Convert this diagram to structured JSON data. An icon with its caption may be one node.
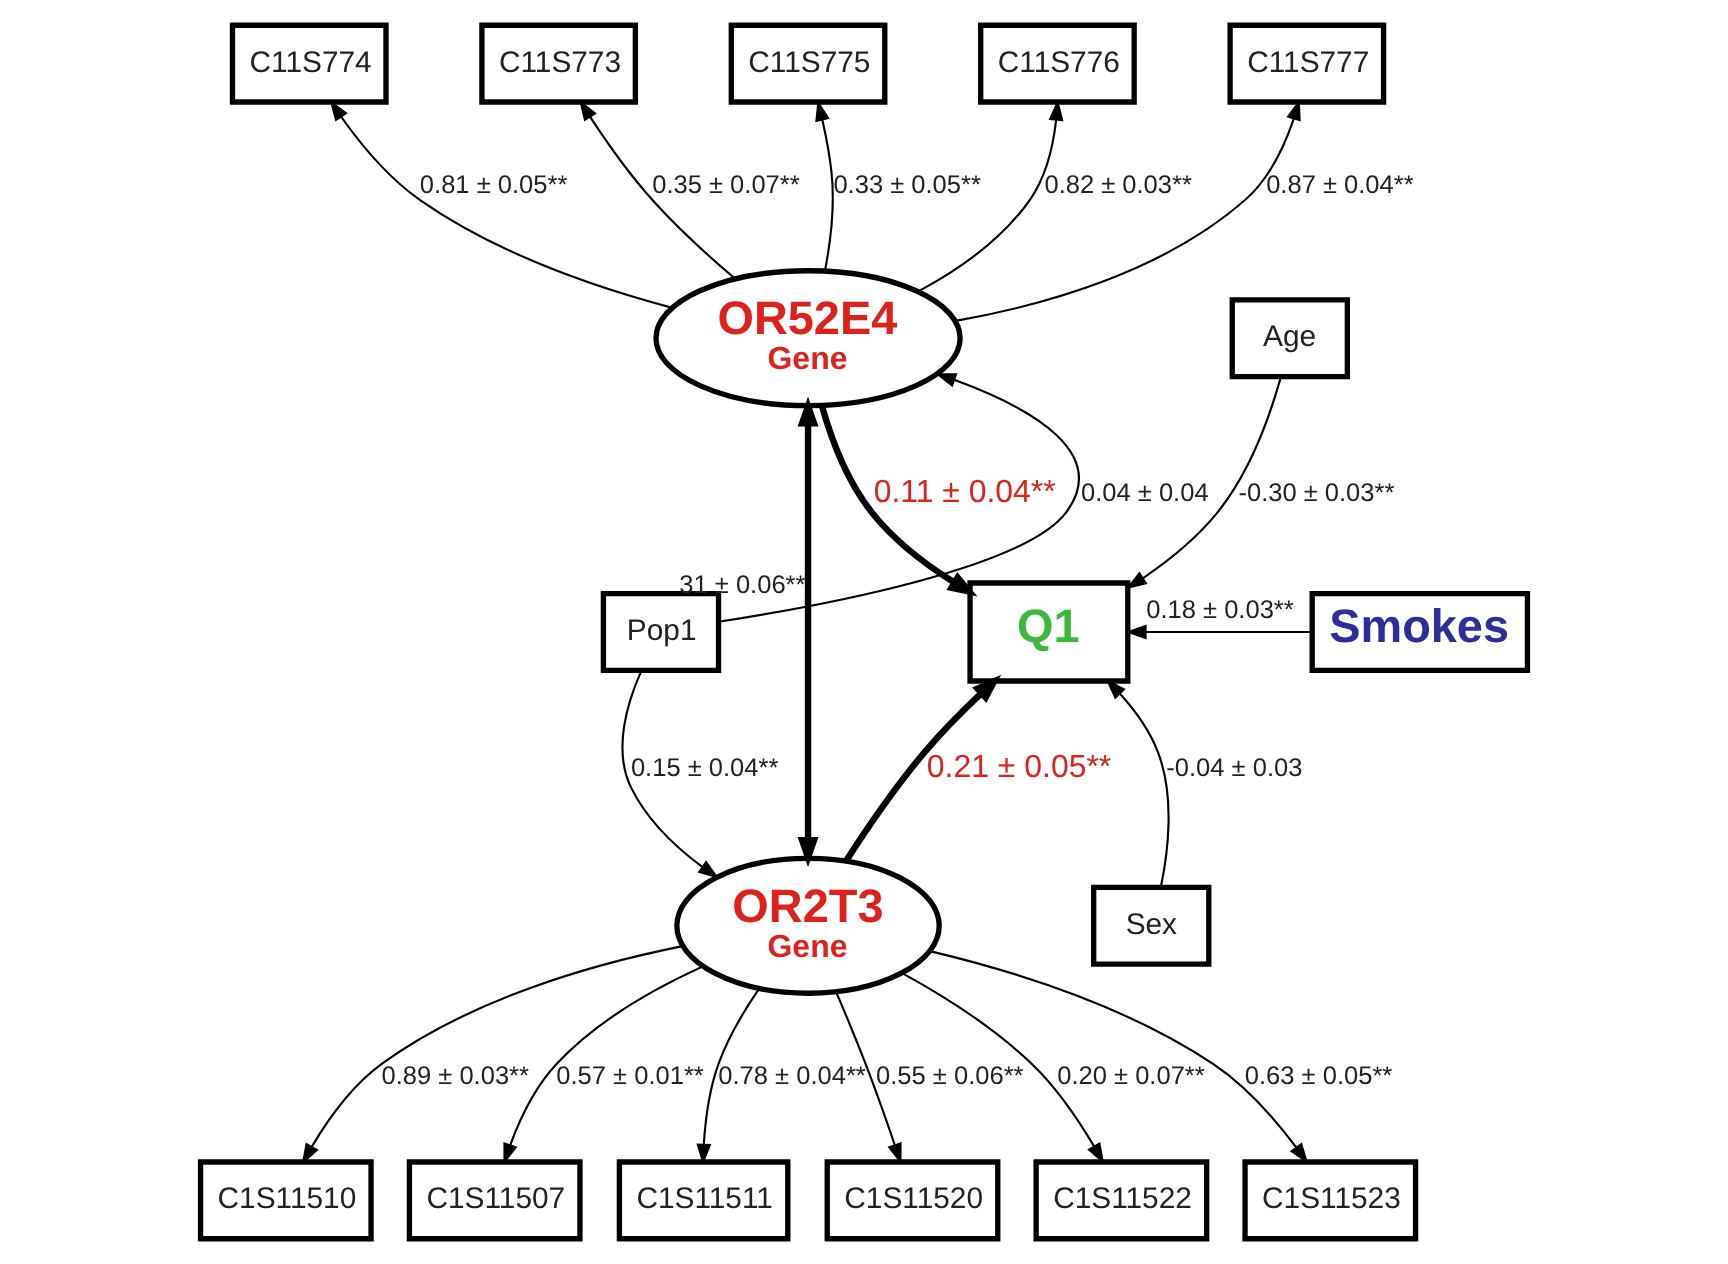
{
  "diagram": {
    "nodes": [
      {
        "text": [
          "C11S774"
        ]
      },
      {
        "text": [
          "C11S773"
        ]
      },
      {
        "text": [
          "C11S775"
        ]
      },
      {
        "text": [
          "C11S776"
        ]
      },
      {
        "text": [
          "C11S777"
        ]
      },
      {
        "text": [
          "OR52E4",
          "Gene"
        ]
      },
      {
        "text": [
          "Pop1"
        ]
      },
      {
        "text": [
          "OR2T3",
          "Gene"
        ]
      },
      {
        "text": [
          "Age"
        ]
      },
      {
        "text": [
          "Q1"
        ]
      },
      {
        "text": [
          "Smokes"
        ]
      },
      {
        "text": [
          "Sex"
        ]
      },
      {
        "text": [
          "C1S11510"
        ]
      },
      {
        "text": [
          "C1S11507"
        ]
      },
      {
        "text": [
          "C1S11511"
        ]
      },
      {
        "text": [
          "C1S11520"
        ]
      },
      {
        "text": [
          "C1S11522"
        ]
      },
      {
        "text": [
          "C1S11523"
        ]
      }
    ],
    "edges": [
      {
        "from": 5,
        "to": 0,
        "arrow": "to",
        "label": "0.81 ± 0.05**"
      },
      {
        "from": 5,
        "to": 1,
        "arrow": "to",
        "label": "0.35 ± 0.07**"
      },
      {
        "from": 5,
        "to": 2,
        "arrow": "to",
        "label": "0.33 ± 0.05**"
      },
      {
        "from": 5,
        "to": 3,
        "arrow": "to",
        "label": "0.82 ± 0.03**"
      },
      {
        "from": 5,
        "to": 4,
        "arrow": "to",
        "label": "0.87 ± 0.04**"
      },
      {
        "from": 5,
        "to": 7,
        "arrow": "both",
        "style": "thick",
        "label": "31 ± 0.06**"
      },
      {
        "from": 6,
        "to": 5,
        "arrow": "to",
        "label": "0.04 ± 0.04"
      },
      {
        "from": 6,
        "to": 7,
        "arrow": "to",
        "label": "0.15 ± 0.04**"
      },
      {
        "from": 5,
        "to": 9,
        "arrow": "to",
        "style": "thick",
        "label": "0.11 ± 0.04**"
      },
      {
        "from": 7,
        "to": 9,
        "arrow": "to",
        "style": "thick",
        "label": "0.21 ± 0.05**"
      },
      {
        "from": 8,
        "to": 9,
        "arrow": "to",
        "label": "-0.30 ± 0.03**"
      },
      {
        "from": 10,
        "to": 9,
        "arrow": "to",
        "label": "0.18 ± 0.03**"
      },
      {
        "from": 11,
        "to": 9,
        "arrow": "to",
        "label": "-0.04 ± 0.03"
      },
      {
        "from": 7,
        "to": 12,
        "arrow": "to",
        "label": "0.89 ± 0.03**"
      },
      {
        "from": 7,
        "to": 13,
        "arrow": "to",
        "label": "0.57 ± 0.01**"
      },
      {
        "from": 7,
        "to": 14,
        "arrow": "to",
        "label": "0.78 ± 0.04**"
      },
      {
        "from": 7,
        "to": 15,
        "arrow": "to",
        "label": "0.55 ± 0.06**"
      },
      {
        "from": 7,
        "to": 16,
        "arrow": "to",
        "label": "0.20 ± 0.07**"
      },
      {
        "from": 7,
        "to": 17,
        "arrow": "to",
        "label": "0.63 ± 0.05**"
      }
    ]
  }
}
